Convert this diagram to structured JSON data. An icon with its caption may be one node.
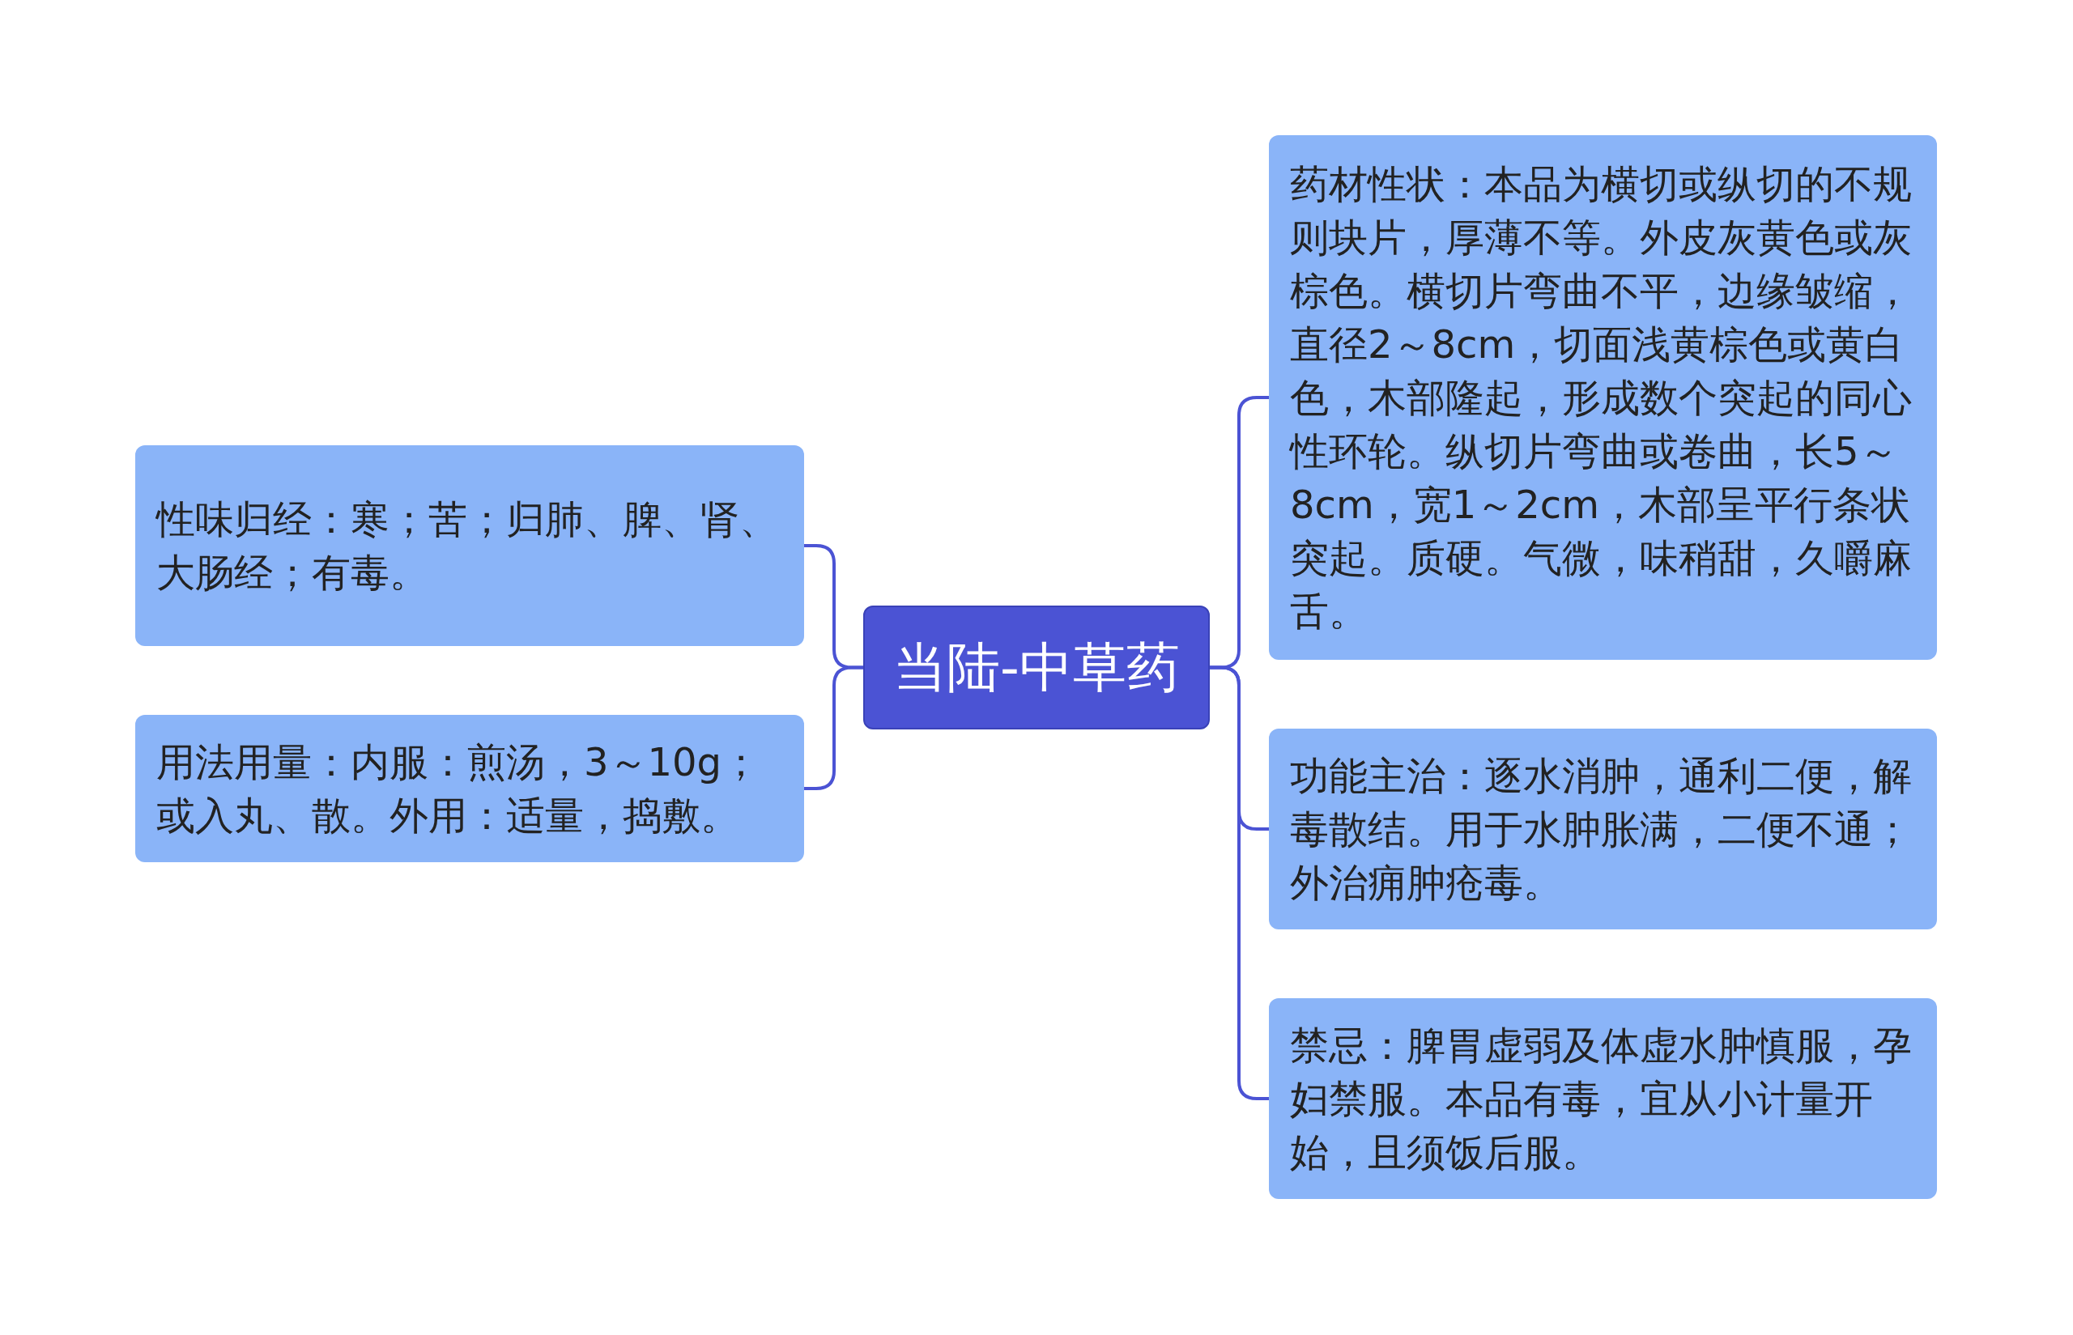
{
  "diagram": {
    "nodes": [
      {
        "text": [
          "当陆-中草药"
        ]
      },
      {
        "text": [
          "性味归经：寒；苦；归肺、脾、肾、大肠经；有毒。"
        ]
      },
      {
        "text": [
          "用法用量：内服：煎汤，3～10g；或入丸、散。外用：适量，捣敷。"
        ]
      },
      {
        "text": [
          "药材性状：本品为横切或纵切的不规则块片，厚薄不等。外皮灰黄色或灰棕色。横切片弯曲不平，边缘皱缩，直径2～8cm，切面浅黄棕色或黄白色，木部隆起，形成数个突起的同心性环轮。纵切片弯曲或卷曲，长5～8cm，宽1～2cm，木部呈平行条状突起。质硬。气微，味稍甜，久嚼麻舌。"
        ]
      },
      {
        "text": [
          "功能主治：逐水消肿，通利二便，解毒散结。用于水肿胀满，二便不通；外治痈肿疮毒。"
        ]
      },
      {
        "text": [
          "禁忌：脾胃虚弱及体虚水肿慎服，孕妇禁服。本品有毒，宜从小计量开始，且须饭后服。"
        ]
      }
    ],
    "edges": [
      {
        "from": 0,
        "to": 1,
        "arrow": "none"
      },
      {
        "from": 0,
        "to": 2,
        "arrow": "none"
      },
      {
        "from": 0,
        "to": 3,
        "arrow": "none"
      },
      {
        "from": 0,
        "to": 4,
        "arrow": "none"
      },
      {
        "from": 0,
        "to": 5,
        "arrow": "none"
      }
    ]
  }
}
